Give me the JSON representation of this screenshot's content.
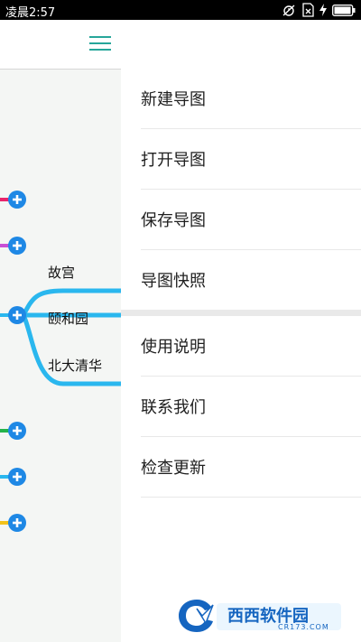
{
  "status_bar": {
    "time": "凌晨2:57",
    "icons": [
      "alarm-off-icon",
      "sim-card-icon",
      "battery-icon",
      "charging-icon"
    ]
  },
  "mindmap": {
    "branch_colors": [
      "#e8246b",
      "#c84fd6",
      "#2ab7ee",
      "#24b34b",
      "#2ab7ee",
      "#f2c21b"
    ],
    "nodes": [
      "故宫",
      "颐和园",
      "北大清华"
    ]
  },
  "menu": {
    "group1": [
      {
        "label": "新建导图"
      },
      {
        "label": "打开导图"
      },
      {
        "label": "保存导图"
      },
      {
        "label": "导图快照"
      }
    ],
    "group2": [
      {
        "label": "使用说明"
      },
      {
        "label": "联系我们"
      },
      {
        "label": "检查更新"
      }
    ]
  },
  "watermark": {
    "brand": "西西软件园",
    "url": "CR173.COM"
  },
  "colors": {
    "accent": "#26a69a",
    "plus_button": "#1e88e5",
    "branch_cyan": "#2ab7ee"
  }
}
